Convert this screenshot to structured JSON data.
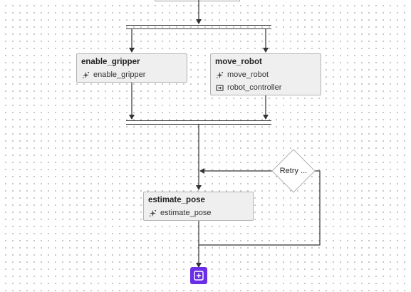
{
  "nodes": {
    "enable_gripper": {
      "title": "enable_gripper",
      "rows": [
        {
          "icon": "sparkle-icon",
          "label": "enable_gripper"
        }
      ]
    },
    "move_robot": {
      "title": "move_robot",
      "rows": [
        {
          "icon": "sparkle-icon",
          "label": "move_robot"
        },
        {
          "icon": "controller-icon",
          "label": "robot_controller"
        }
      ]
    },
    "estimate_pose": {
      "title": "estimate_pose",
      "rows": [
        {
          "icon": "sparkle-icon",
          "label": "estimate_pose"
        }
      ]
    }
  },
  "retry": {
    "label": "Retry ..."
  },
  "add_button": {
    "icon": "plus-square-icon"
  },
  "colors": {
    "accent": "#6a2ee6",
    "node_bg": "#efefef",
    "node_border": "#b3b3b3",
    "line": "#333333"
  }
}
